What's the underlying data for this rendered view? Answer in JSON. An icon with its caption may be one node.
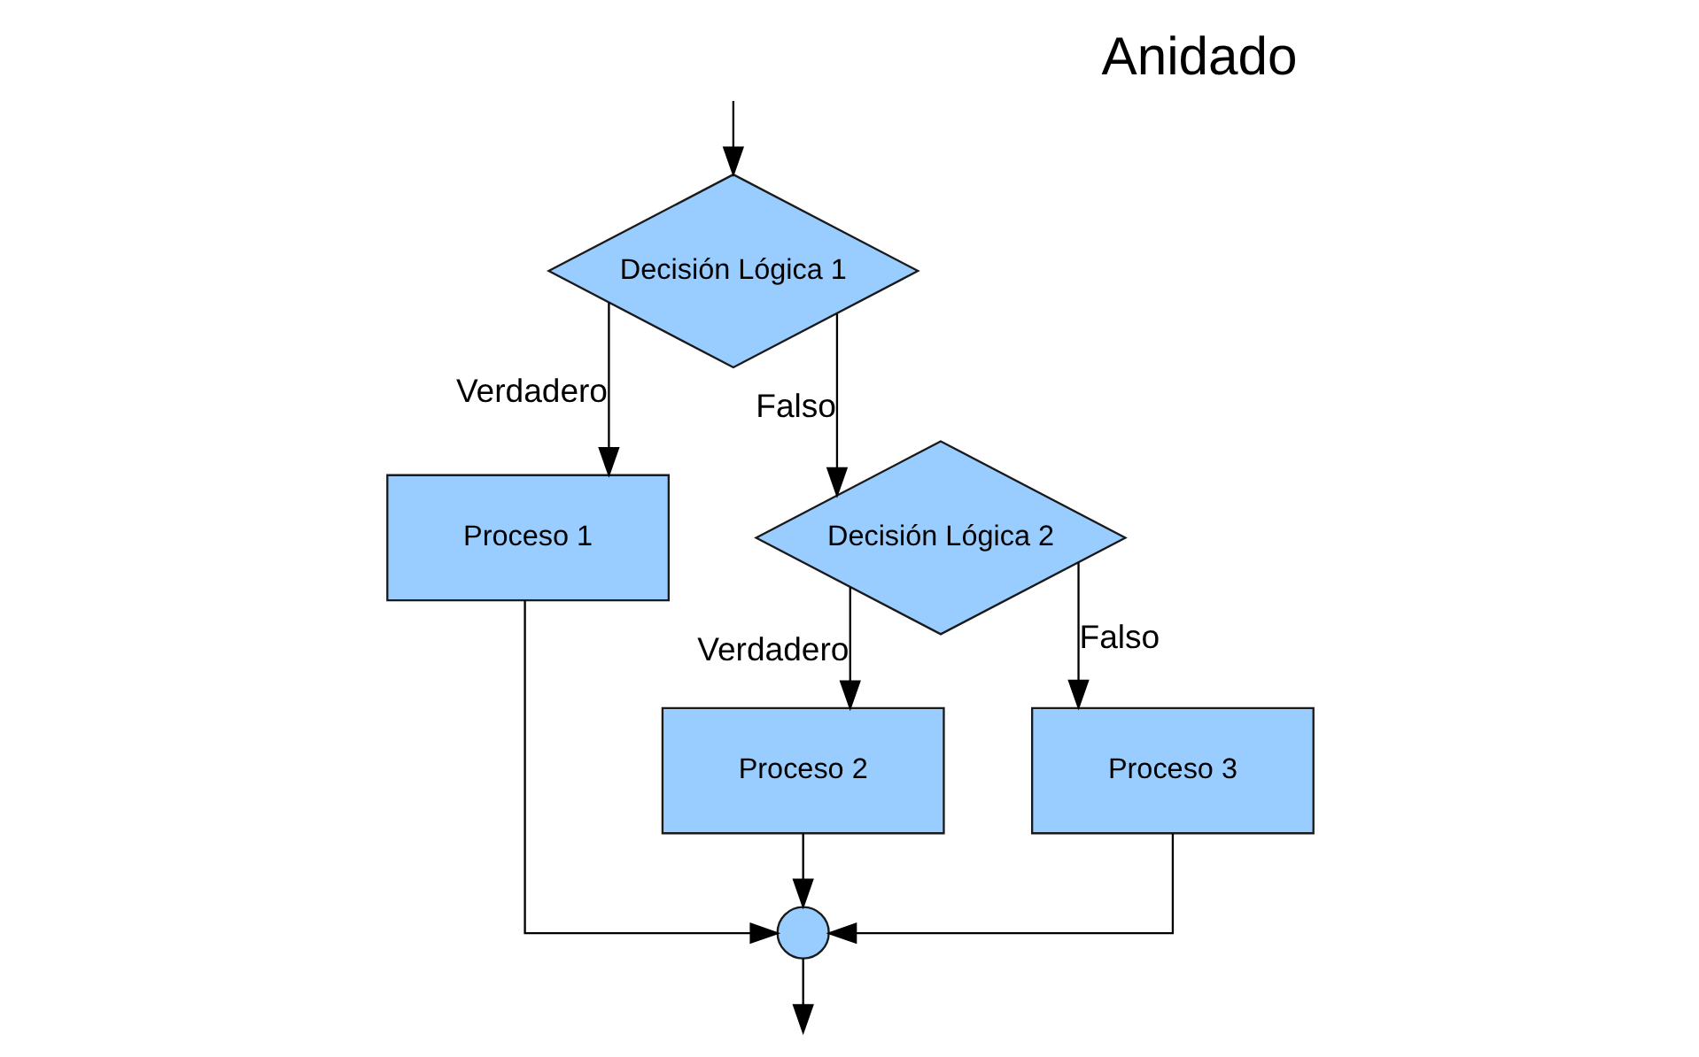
{
  "diagram": {
    "title": "Anidado",
    "nodes": [
      {
        "text": [
          "Decisión Lógica 1"
        ]
      },
      {
        "text": [
          "Proceso 1"
        ]
      },
      {
        "text": [
          "Decisión Lógica 2"
        ]
      },
      {
        "text": [
          "Proceso 2"
        ]
      },
      {
        "text": [
          "Proceso 3"
        ]
      },
      {
        "text": [],
        "shape": "circle"
      }
    ],
    "edges": [
      {
        "from": null,
        "to": 0,
        "arrow": "to"
      },
      {
        "from": 0,
        "to": 1,
        "arrow": "to",
        "label": "Verdadero"
      },
      {
        "from": 0,
        "to": 2,
        "arrow": "to",
        "label": "Falso"
      },
      {
        "from": 2,
        "to": 3,
        "arrow": "to",
        "label": "Verdadero"
      },
      {
        "from": 2,
        "to": 4,
        "arrow": "to",
        "label": "Falso"
      },
      {
        "from": 1,
        "to": 5,
        "arrow": "to"
      },
      {
        "from": 3,
        "to": 5,
        "arrow": "to"
      },
      {
        "from": 4,
        "to": 5,
        "arrow": "to"
      },
      {
        "from": 5,
        "to": null,
        "arrow": "to"
      }
    ]
  }
}
